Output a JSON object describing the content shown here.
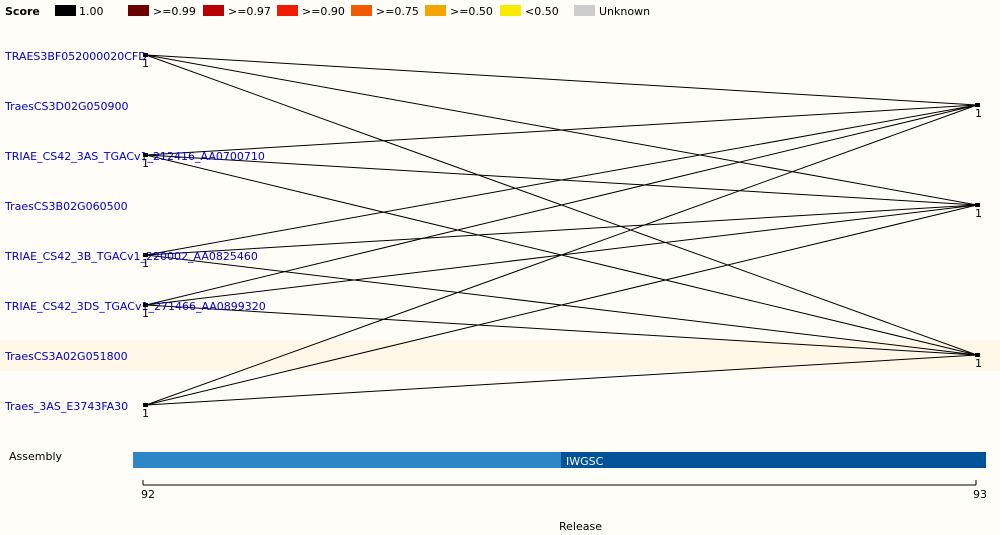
{
  "legend": {
    "title": "Score",
    "items": [
      {
        "label": "1.00",
        "color": "#000000"
      },
      {
        "label": ">=0.99",
        "color": "#6b0000"
      },
      {
        "label": ">=0.97",
        "color": "#b80000"
      },
      {
        "label": ">=0.90",
        "color": "#f01c00"
      },
      {
        "label": ">=0.75",
        "color": "#f05a00"
      },
      {
        "label": ">=0.50",
        "color": "#f5a500"
      },
      {
        "label": "<0.50",
        "color": "#f8ea00"
      },
      {
        "label": "Unknown",
        "color": "#cccccc"
      }
    ]
  },
  "genes": [
    {
      "name": "TRAES3BF052000020CFD",
      "marker": "1",
      "highlight": false
    },
    {
      "name": "TraesCS3D02G050900",
      "marker": "",
      "highlight": false
    },
    {
      "name": "TRIAE_CS42_3AS_TGACv1_212416_AA0700710",
      "marker": "1",
      "highlight": false
    },
    {
      "name": "TraesCS3B02G060500",
      "marker": "",
      "highlight": false
    },
    {
      "name": "TRIAE_CS42_3B_TGACv1_220002_AA0825460",
      "marker": "1",
      "highlight": false
    },
    {
      "name": "TRIAE_CS42_3DS_TGACv1_271466_AA0899320",
      "marker": "1",
      "highlight": false
    },
    {
      "name": "TraesCS3A02G051800",
      "marker": "",
      "highlight": true
    },
    {
      "name": "Traes_3AS_E3743FA30",
      "marker": "1",
      "highlight": false
    }
  ],
  "targets": [
    {
      "gene": "TraesCS3D02G050900",
      "marker": "1"
    },
    {
      "gene": "TraesCS3B02G060500",
      "marker": "1"
    },
    {
      "gene": "TraesCS3A02G051800",
      "marker": "1"
    }
  ],
  "connections": [
    {
      "from": 0,
      "to": 0
    },
    {
      "from": 0,
      "to": 1
    },
    {
      "from": 0,
      "to": 2
    },
    {
      "from": 2,
      "to": 0
    },
    {
      "from": 2,
      "to": 1
    },
    {
      "from": 2,
      "to": 2
    },
    {
      "from": 4,
      "to": 0
    },
    {
      "from": 4,
      "to": 1
    },
    {
      "from": 4,
      "to": 2
    },
    {
      "from": 5,
      "to": 0
    },
    {
      "from": 5,
      "to": 1
    },
    {
      "from": 5,
      "to": 2
    },
    {
      "from": 7,
      "to": 0
    },
    {
      "from": 7,
      "to": 1
    },
    {
      "from": 7,
      "to": 2
    }
  ],
  "assembly": {
    "label": "Assembly",
    "segments": [
      {
        "name": "",
        "color": "#2e86c6"
      },
      {
        "name": "IWGSC",
        "color": "#005299"
      }
    ]
  },
  "release": {
    "axis_label": "Release",
    "ticks": [
      "92",
      "93"
    ]
  },
  "highlight_color": "#fff7e8"
}
